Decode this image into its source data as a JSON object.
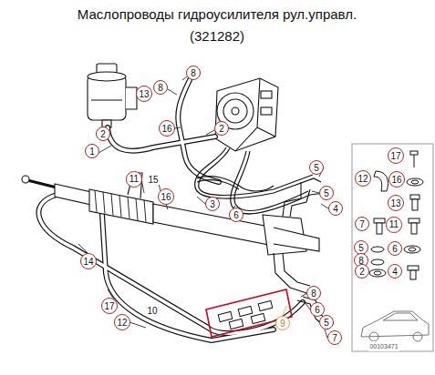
{
  "diagram": {
    "title": "Маслопроводы гидроусилителя рул.управл. (321282)",
    "nodes": [
      {
        "text": [
          "8"
        ]
      },
      {
        "text": [
          "8"
        ]
      },
      {
        "text": [
          "13"
        ]
      },
      {
        "text": [
          "2"
        ]
      },
      {
        "text": [
          "16"
        ]
      },
      {
        "text": [
          "2"
        ]
      },
      {
        "text": [
          "1"
        ]
      },
      {
        "text": [
          "17"
        ]
      },
      {
        "text": [
          "5"
        ]
      },
      {
        "text": [
          "12"
        ]
      },
      {
        "text": [
          "16"
        ]
      },
      {
        "text": [
          "11"
        ]
      },
      {
        "text": [
          "5"
        ]
      },
      {
        "text": [
          "16"
        ]
      },
      {
        "text": [
          "13"
        ]
      },
      {
        "text": [
          "3"
        ]
      },
      {
        "text": [
          "4"
        ]
      },
      {
        "text": [
          "6"
        ]
      },
      {
        "text": [
          "7"
        ]
      },
      {
        "text": [
          "11"
        ]
      },
      {
        "text": [
          "5"
        ]
      },
      {
        "text": [
          "6"
        ]
      },
      {
        "text": [
          "8"
        ]
      },
      {
        "text": [
          "14"
        ]
      },
      {
        "text": [
          "2"
        ]
      },
      {
        "text": [
          "4"
        ]
      },
      {
        "text": [
          "8"
        ]
      },
      {
        "text": [
          "17"
        ]
      },
      {
        "text": [
          "6"
        ]
      },
      {
        "text": [
          "12"
        ]
      },
      {
        "text": [
          "9"
        ]
      },
      {
        "text": [
          "5"
        ]
      },
      {
        "text": [
          "7"
        ]
      }
    ],
    "labels": [
      "15",
      "10",
      "00103471"
    ]
  }
}
